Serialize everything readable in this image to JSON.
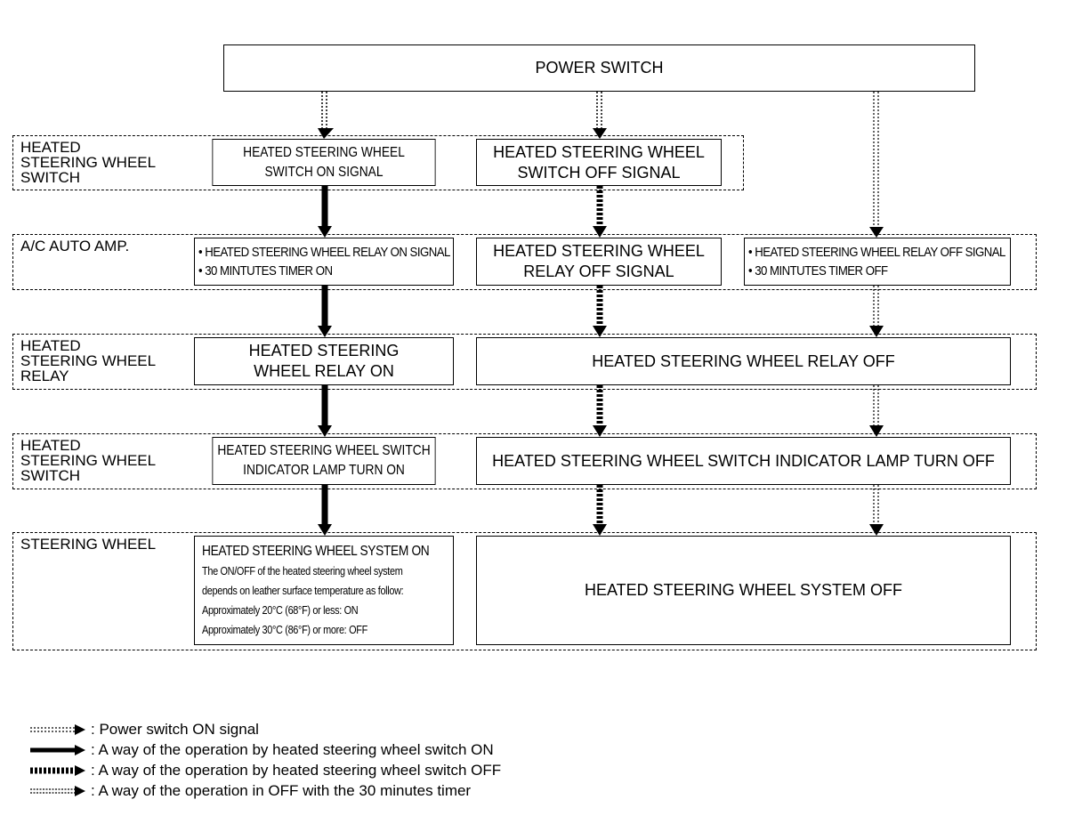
{
  "top": {
    "power_switch": "POWER SWITCH"
  },
  "rows": [
    {
      "label": [
        "HEATED",
        "STEERING WHEEL",
        "SWITCH"
      ]
    },
    {
      "label": [
        "A/C AUTO AMP."
      ]
    },
    {
      "label": [
        "HEATED",
        "STEERING WHEEL",
        "RELAY"
      ]
    },
    {
      "label": [
        "HEATED",
        "STEERING WHEEL",
        "SWITCH"
      ]
    },
    {
      "label": [
        "STEERING WHEEL"
      ]
    }
  ],
  "boxes": {
    "switch_on_signal": [
      "HEATED STEERING WHEEL",
      "SWITCH ON SIGNAL"
    ],
    "switch_off_signal": [
      "HEATED STEERING WHEEL",
      "SWITCH OFF SIGNAL"
    ],
    "amp_on": [
      "• HEATED STEERING WHEEL RELAY ON SIGNAL",
      "• 30 MINTUTES TIMER ON"
    ],
    "amp_off_mid": [
      "HEATED STEERING WHEEL",
      "RELAY OFF SIGNAL"
    ],
    "amp_off_right": [
      "• HEATED STEERING WHEEL RELAY OFF SIGNAL",
      "• 30 MINTUTES TIMER OFF"
    ],
    "relay_on": [
      "HEATED STEERING",
      "WHEEL RELAY ON"
    ],
    "relay_off": "HEATED STEERING WHEEL RELAY OFF",
    "lamp_on": [
      "HEATED STEERING WHEEL SWITCH",
      "INDICATOR LAMP TURN ON"
    ],
    "lamp_off": "HEATED STEERING WHEEL SWITCH INDICATOR LAMP TURN OFF",
    "system_on": {
      "head": "HEATED STEERING WHEEL SYSTEM ON",
      "lines": [
        "The ON/OFF of the heated steering wheel system",
        "depends on leather surface temperature as follow:",
        "Approximately 20°C (68°F) or less: ON",
        "Approximately 30°C (86°F) or more: OFF"
      ]
    },
    "system_off": "HEATED STEERING WHEEL SYSTEM OFF"
  },
  "legend": [
    {
      "style": "power",
      "text": ": Power switch ON signal"
    },
    {
      "style": "on",
      "text": ": A way of the operation by heated steering wheel switch ON"
    },
    {
      "style": "off",
      "text": ": A way of the operation by heated steering wheel switch OFF"
    },
    {
      "style": "timer",
      "text": ": A way of the operation in OFF with the 30 minutes timer"
    }
  ]
}
